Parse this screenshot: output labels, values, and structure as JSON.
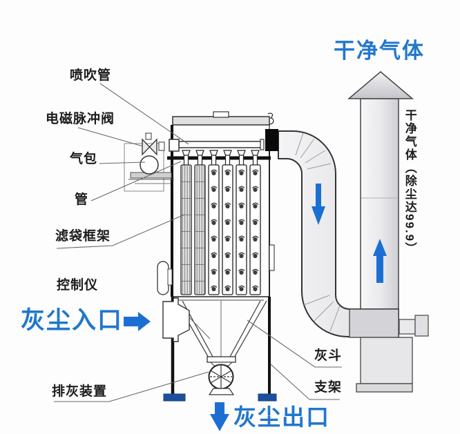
{
  "labels": {
    "blow_pipe": "喷吹管",
    "pulse_valve": "电磁脉冲阀",
    "air_bag": "气包",
    "pipe": "管",
    "filter_bag_frame": "滤袋框架",
    "controller": "控制仪",
    "dust_inlet": "灰尘入口",
    "ash_discharge": "排灰装置",
    "ash_hopper": "灰斗",
    "support": "支架",
    "dust_outlet": "灰尘出口",
    "clean_gas_top": "干净气体",
    "clean_gas_side": "干净气体（除尘达99.9）"
  },
  "colors": {
    "label_text": "#1c1c1c",
    "accent_blue": "#2277cc",
    "arrow_blue": "#1c6fd2",
    "foot_pad_blue": "#1e4f9e",
    "diagram_line": "#333333"
  }
}
